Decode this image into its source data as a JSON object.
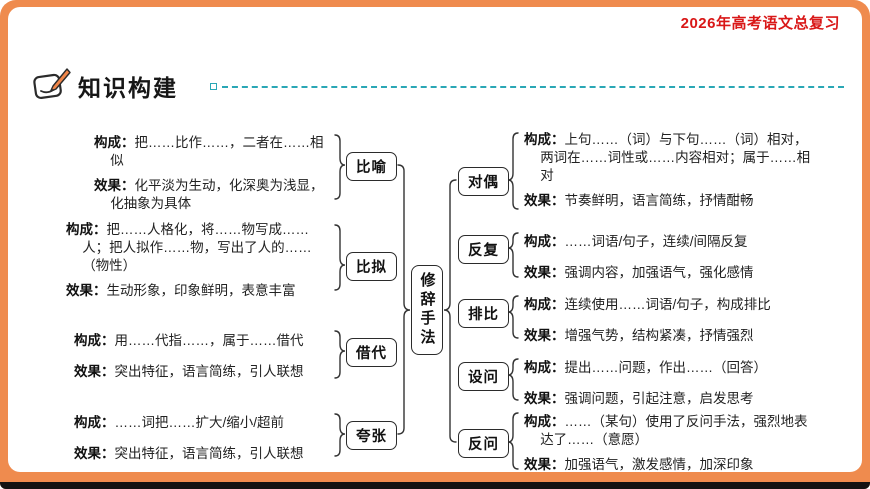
{
  "meta": {
    "corner_title": "2026年高考语文总复习"
  },
  "header": {
    "title": "知识构建"
  },
  "center_label": "修辞手法",
  "colors": {
    "frame": "#ef8b4e",
    "corner_red": "#d91717",
    "rule_teal": "#2aa7b5",
    "ink": "#222222",
    "box_border": "#2b2b2b"
  },
  "left_branches": [
    {
      "label": "比喻",
      "items": [
        {
          "k": "构成：",
          "v": "把……比作……，二者在……相似"
        },
        {
          "k": "效果：",
          "v": "化平淡为生动，化深奥为浅显，化抽象为具体"
        }
      ]
    },
    {
      "label": "比拟",
      "items": [
        {
          "k": "构成：",
          "v": "把……人格化，将……物写成……人；把人拟作……物，写出了人的……（物性）"
        },
        {
          "k": "效果：",
          "v": "生动形象，印象鲜明，表意丰富"
        }
      ]
    },
    {
      "label": "借代",
      "items": [
        {
          "k": "构成：",
          "v": "用……代指……，属于……借代"
        },
        {
          "k": "效果：",
          "v": "突出特征，语言简练，引人联想"
        }
      ]
    },
    {
      "label": "夸张",
      "items": [
        {
          "k": "构成：",
          "v": "……词把……扩大/缩小/超前"
        },
        {
          "k": "效果：",
          "v": "突出特征，语言简练，引人联想"
        }
      ]
    }
  ],
  "right_branches": [
    {
      "label": "对偶",
      "items": [
        {
          "k": "构成：",
          "v": "上句……（词）与下句……（词）相对，两词在……词性或……内容相对；属于……相对"
        },
        {
          "k": "效果：",
          "v": "节奏鲜明，语言简练，抒情酣畅"
        }
      ]
    },
    {
      "label": "反复",
      "items": [
        {
          "k": "构成：",
          "v": "……词语/句子，连续/间隔反复"
        },
        {
          "k": "效果：",
          "v": "强调内容，加强语气，强化感情"
        }
      ]
    },
    {
      "label": "排比",
      "items": [
        {
          "k": "构成：",
          "v": "连续使用……词语/句子，构成排比"
        },
        {
          "k": "效果：",
          "v": "增强气势，结构紧凑，抒情强烈"
        }
      ]
    },
    {
      "label": "设问",
      "items": [
        {
          "k": "构成：",
          "v": "提出……问题，作出……（回答）"
        },
        {
          "k": "效果：",
          "v": "强调问题，引起注意，启发思考"
        }
      ]
    },
    {
      "label": "反问",
      "items": [
        {
          "k": "构成：",
          "v": "……（某句）使用了反问手法，强烈地表达了……（意愿）"
        },
        {
          "k": "效果：",
          "v": "加强语气，激发感情，加深印象"
        }
      ]
    }
  ]
}
